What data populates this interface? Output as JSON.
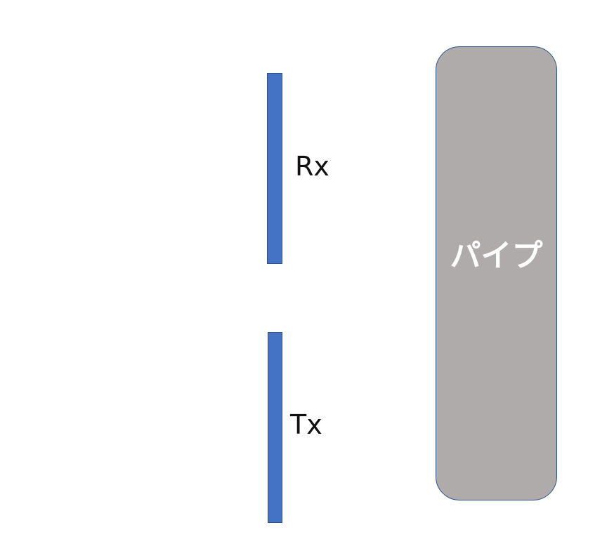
{
  "diagram": {
    "rx_label": "Rx",
    "tx_label": "Tx",
    "pipe_label": "パイプ"
  },
  "colors": {
    "antenna_fill": "#4472c4",
    "antenna_border": "#2f528f",
    "pipe_fill": "#afabab",
    "pipe_border": "#2f528f",
    "pipe_text": "#ffffff",
    "label_text": "#111111",
    "background": "#ffffff"
  }
}
